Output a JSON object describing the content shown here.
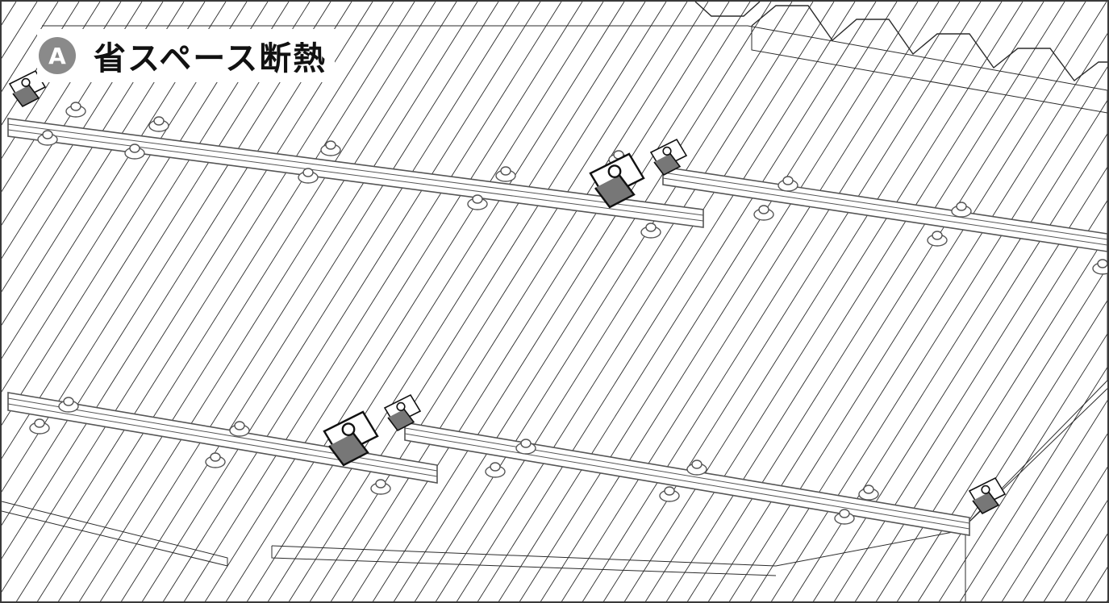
{
  "header": {
    "badge": "A",
    "title": "省スペース断熱"
  },
  "colors": {
    "line": "#2b2b2b",
    "rail": "#555555",
    "badge": "#8a8a8a",
    "frame": "#3a3a3a"
  },
  "icons": {
    "badge_shape": "filled-circle",
    "clamp": "mounting-clamp-icon",
    "bolt": "bolt-head-icon"
  }
}
